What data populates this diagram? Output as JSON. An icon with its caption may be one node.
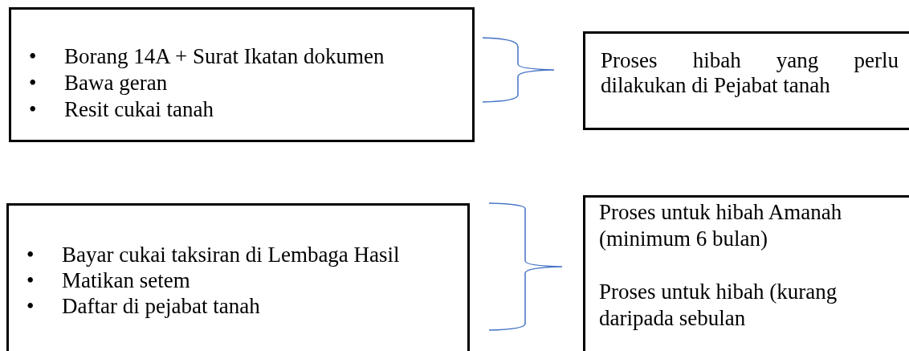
{
  "diagram": {
    "nodes": [
      {
        "text": [
          "•",
          "Borang 14A + Surat Ikatan dokumen",
          "•",
          "Bawa geran",
          "•",
          "Resit cukai tanah"
        ]
      },
      {
        "text": [
          "Proses hibah yang perlu dilakukan di Pejabat tanah"
        ]
      },
      {
        "text": [
          "•",
          "Bayar cukai taksiran di Lembaga Hasil",
          "•",
          "Matikan setem",
          "•",
          "Daftar di pejabat tanah"
        ]
      },
      {
        "text": [
          "Proses untuk hibah Amanah (minimum 6 bulan)",
          "Proses untuk hibah (kurang daripada sebulan"
        ]
      }
    ]
  }
}
